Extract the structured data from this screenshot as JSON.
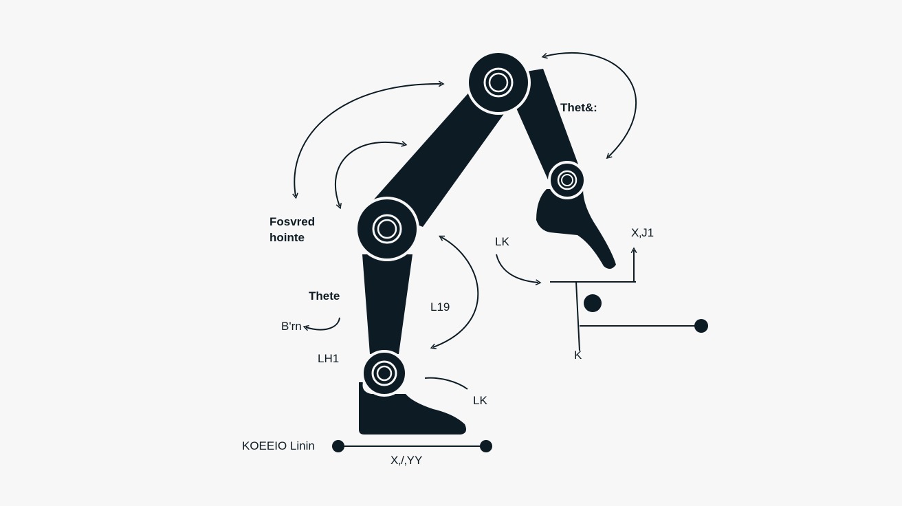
{
  "colors": {
    "ink": "#0c1b24",
    "background": "#f7f7f7"
  },
  "labels": {
    "theta_top": "Thet&:",
    "forward_line1": "Fosvred",
    "forward_line2": "hointe",
    "lk_right": "LK",
    "xj1": "X‚J1",
    "theta_left": "Thete",
    "l19": "L19",
    "brn": "B'rn",
    "lh1": "LH1",
    "lk_bottom": "LK",
    "kceio": "KOEEIO Linin",
    "xyy": "X‚/‚YY",
    "k_axis": "K"
  }
}
